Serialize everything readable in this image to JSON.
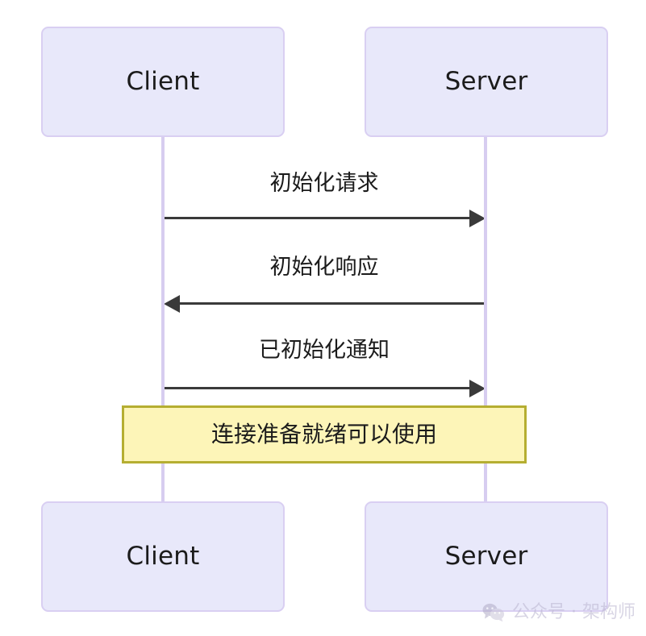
{
  "diagram": {
    "type": "sequence-diagram",
    "background_color": "#ffffff",
    "participants": [
      {
        "id": "client",
        "label": "Client"
      },
      {
        "id": "server",
        "label": "Server"
      }
    ],
    "messages": [
      {
        "label": "初始化请求",
        "from": "client",
        "to": "server",
        "direction": "right",
        "style": "solid"
      },
      {
        "label": "初始化响应",
        "from": "server",
        "to": "client",
        "direction": "left",
        "style": "solid"
      },
      {
        "label": "已初始化通知",
        "from": "client",
        "to": "server",
        "direction": "right",
        "style": "solid"
      }
    ],
    "note": {
      "text": "连接准备就绪可以使用",
      "fill_color": "#fdf5b8",
      "border_color": "#b5ae31"
    },
    "colors": {
      "actor_fill": "#e8e8fa",
      "actor_border": "#d9cff2",
      "lifeline": "#d7cdf0",
      "arrow": "#3a3a3a",
      "text": "#1b1b1b"
    }
  },
  "watermark": {
    "icon": "wechat-icon",
    "text": "公众号 · 架构师",
    "color": "#b9b4cf"
  }
}
